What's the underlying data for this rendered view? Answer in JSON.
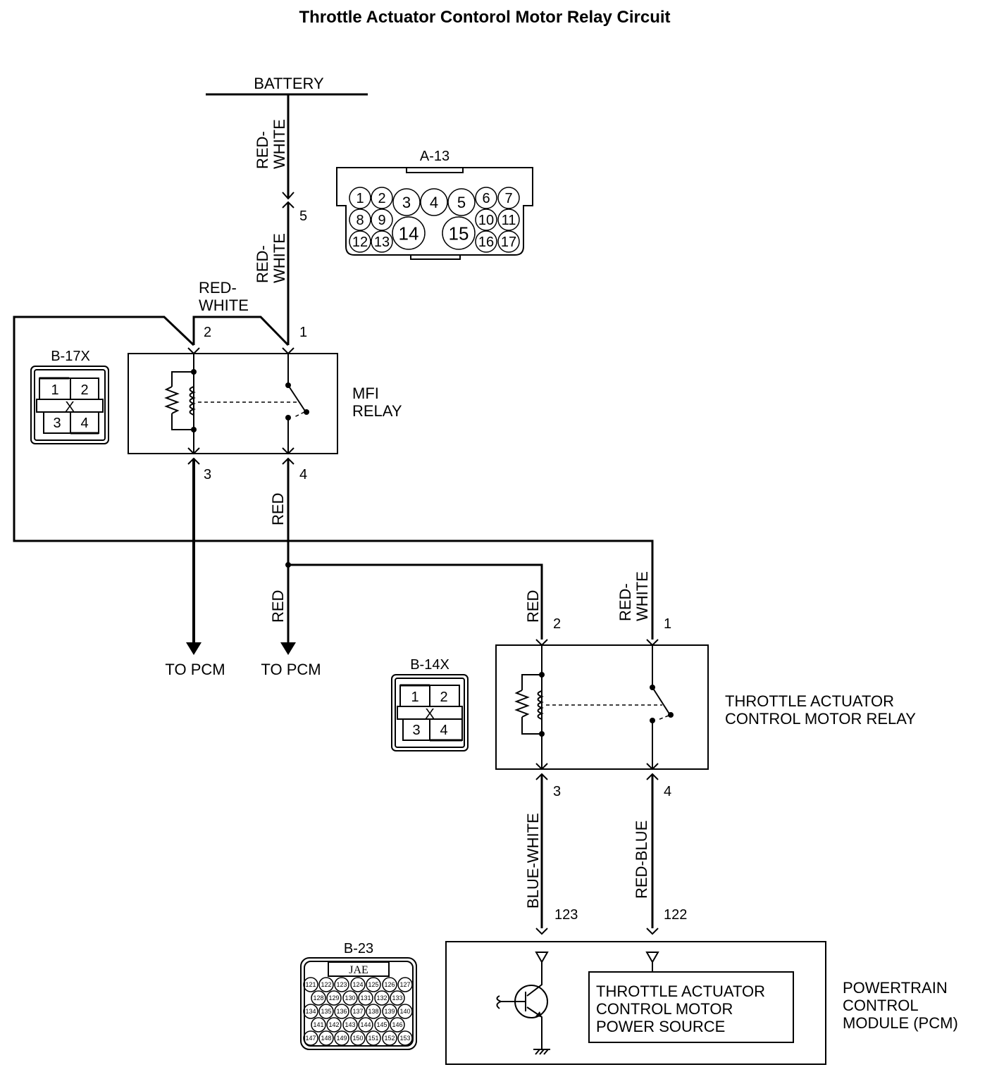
{
  "title": "Throttle Actuator Contorol Motor Relay Circuit",
  "battery": "BATTERY",
  "wire_colors": {
    "red_white": [
      "RED-",
      "WHITE"
    ],
    "red": "RED",
    "blue_white": "BLUE-WHITE",
    "red_blue": "RED-BLUE"
  },
  "connectors": {
    "a13": {
      "name": "A-13",
      "pins": [
        "1",
        "2",
        "3",
        "4",
        "5",
        "6",
        "7",
        "8",
        "9",
        "10",
        "11",
        "12",
        "13",
        "14",
        "15",
        "16",
        "17"
      ]
    },
    "b17x": {
      "name": "B-17X",
      "pins": [
        "1",
        "2",
        "3",
        "4"
      ],
      "mark": "X"
    },
    "b14x": {
      "name": "B-14X",
      "pins": [
        "1",
        "2",
        "3",
        "4"
      ],
      "mark": "X"
    },
    "b23": {
      "name": "B-23",
      "brand": "JAE",
      "pins": [
        "121",
        "122",
        "123",
        "124",
        "125",
        "126",
        "127",
        "128",
        "129",
        "130",
        "131",
        "132",
        "133",
        "134",
        "135",
        "136",
        "137",
        "138",
        "139",
        "140",
        "141",
        "142",
        "143",
        "144",
        "145",
        "146",
        "147",
        "148",
        "149",
        "150",
        "151",
        "152",
        "153"
      ]
    }
  },
  "mfi_relay": {
    "label": [
      "MFI",
      "RELAY"
    ],
    "pins": {
      "p1": "1",
      "p2": "2",
      "p3": "3",
      "p4": "4",
      "p5": "5"
    }
  },
  "tac_relay": {
    "label": [
      "THROTTLE ACTUATOR",
      "CONTROL MOTOR RELAY"
    ],
    "pins": {
      "p1": "1",
      "p2": "2",
      "p3": "3",
      "p4": "4",
      "p123": "123",
      "p122": "122"
    }
  },
  "to_pcm": "TO PCM",
  "pcm": {
    "label": [
      "POWERTRAIN",
      "CONTROL",
      "MODULE (PCM)"
    ],
    "inner": [
      "THROTTLE ACTUATOR",
      "CONTROL MOTOR",
      "POWER SOURCE"
    ]
  }
}
